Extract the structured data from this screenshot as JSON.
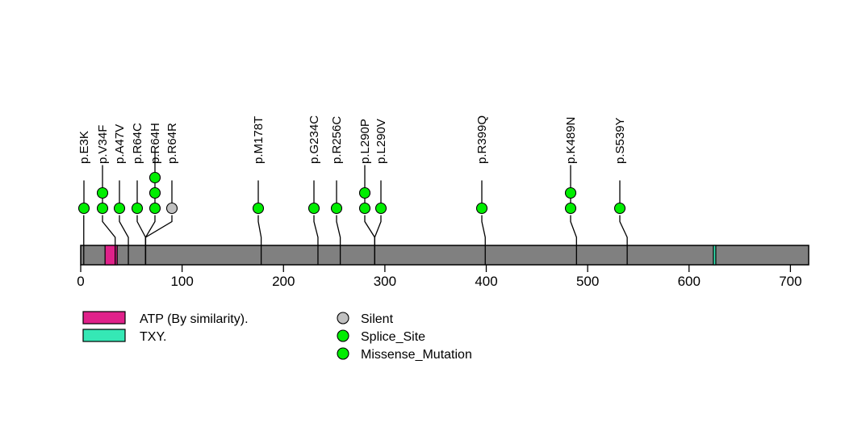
{
  "chart_data": {
    "type": "lollipop",
    "title": "",
    "xlabel": "",
    "ylabel": "",
    "xlim": [
      0,
      718
    ],
    "axis": {
      "ticks": [
        0,
        100,
        200,
        300,
        400,
        500,
        600,
        700
      ],
      "tick_labels": [
        "0",
        "100",
        "200",
        "300",
        "400",
        "500",
        "600",
        "700"
      ],
      "protein_length": 718,
      "grid": false
    },
    "backbone": {
      "color": "#808080",
      "stroke": "#000000",
      "start": 0,
      "end": 718
    },
    "domains": [
      {
        "name": "ATP (By similarity).",
        "color": "#e0218a",
        "start": 24,
        "end": 36
      },
      {
        "name": "TXY.",
        "color": "#35e8b5",
        "start": 624,
        "end": 626
      }
    ],
    "mutations": [
      {
        "label": "p.E3K",
        "position": 3,
        "count": 1,
        "types": [
          "Missense_Mutation"
        ],
        "colors": [
          "#00ee00"
        ]
      },
      {
        "label": "p.V34F",
        "position": 34,
        "count": 2,
        "types": [
          "Missense_Mutation",
          "Missense_Mutation"
        ],
        "colors": [
          "#00ee00",
          "#00ee00"
        ]
      },
      {
        "label": "p.A47V",
        "position": 47,
        "count": 1,
        "types": [
          "Missense_Mutation"
        ],
        "colors": [
          "#00ee00"
        ]
      },
      {
        "label": "p.R64C",
        "position": 64,
        "count": 1,
        "types": [
          "Missense_Mutation"
        ],
        "colors": [
          "#00ee00"
        ]
      },
      {
        "label": "p.R64H",
        "position": 64,
        "count": 3,
        "types": [
          "Missense_Mutation",
          "Missense_Mutation",
          "Missense_Mutation"
        ],
        "colors": [
          "#00ee00",
          "#00ee00",
          "#00ee00"
        ]
      },
      {
        "label": "p.R64R",
        "position": 64,
        "count": 1,
        "types": [
          "Silent"
        ],
        "colors": [
          "#c0c0c0"
        ]
      },
      {
        "label": "p.M178T",
        "position": 178,
        "count": 1,
        "types": [
          "Missense_Mutation"
        ],
        "colors": [
          "#00ee00"
        ]
      },
      {
        "label": "p.G234C",
        "position": 234,
        "count": 1,
        "types": [
          "Missense_Mutation"
        ],
        "colors": [
          "#00ee00"
        ]
      },
      {
        "label": "p.R256C",
        "position": 256,
        "count": 1,
        "types": [
          "Missense_Mutation"
        ],
        "colors": [
          "#00ee00"
        ]
      },
      {
        "label": "p.L290P",
        "position": 290,
        "count": 2,
        "types": [
          "Missense_Mutation",
          "Missense_Mutation"
        ],
        "colors": [
          "#00ee00",
          "#00ee00"
        ]
      },
      {
        "label": "p.L290V",
        "position": 290,
        "count": 1,
        "types": [
          "Missense_Mutation"
        ],
        "colors": [
          "#00ee00"
        ]
      },
      {
        "label": "p.R399Q",
        "position": 399,
        "count": 1,
        "types": [
          "Missense_Mutation"
        ],
        "colors": [
          "#00ee00"
        ]
      },
      {
        "label": "p.K489N",
        "position": 489,
        "count": 2,
        "types": [
          "Missense_Mutation",
          "Missense_Mutation"
        ],
        "colors": [
          "#00ee00",
          "#00ee00"
        ]
      },
      {
        "label": "p.S539Y",
        "position": 539,
        "count": 1,
        "types": [
          "Missense_Mutation"
        ],
        "colors": [
          "#00ee00"
        ]
      }
    ],
    "legend": {
      "position": "bottom",
      "domain_entries": [
        {
          "label": "ATP (By similarity).",
          "color": "#e0218a"
        },
        {
          "label": "TXY.",
          "color": "#35e8b5"
        }
      ],
      "mutation_entries": [
        {
          "label": "Silent",
          "color": "#c0c0c0"
        },
        {
          "label": "Splice_Site",
          "color": "#00ee00"
        },
        {
          "label": "Missense_Mutation",
          "color": "#00ee00"
        }
      ]
    }
  }
}
